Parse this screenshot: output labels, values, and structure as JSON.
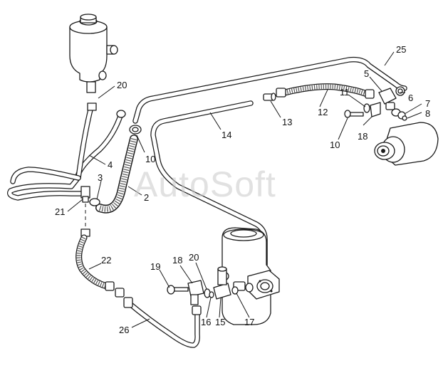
{
  "watermark": "AutoSoft",
  "callouts": {
    "c25": "25",
    "c5": "5",
    "c6": "6",
    "c7": "7",
    "c8": "8",
    "c11": "11",
    "c12": "12",
    "c13": "13",
    "c14": "14",
    "c18a": "18",
    "c10a": "10",
    "c20a": "20",
    "c10b": "10",
    "c4": "4",
    "c3": "3",
    "c2": "2",
    "c21": "21",
    "c22": "22",
    "c19": "19",
    "c18b": "18",
    "c20b": "20",
    "c16": "16",
    "c15": "15",
    "c17": "17",
    "c26": "26"
  }
}
